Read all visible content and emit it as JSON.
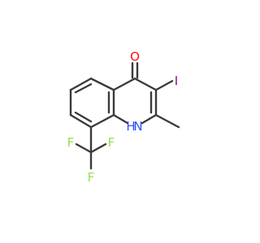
{
  "molecule": {
    "atoms": {
      "oxygen": {
        "symbol": "O"
      },
      "iodine": {
        "symbol": "I"
      },
      "nitrogen_h": {
        "symbol": "N",
        "hydrogen": "H"
      },
      "fluorine_left": {
        "symbol": "F"
      },
      "fluorine_right": {
        "symbol": "F"
      },
      "fluorine_bottom": {
        "symbol": "F"
      }
    },
    "colors": {
      "bond": "#3a3a3a",
      "oxygen": "#ff0d0d",
      "iodine": "#940094",
      "nitrogen": "#3050f8",
      "fluorine": "#90e050"
    }
  }
}
